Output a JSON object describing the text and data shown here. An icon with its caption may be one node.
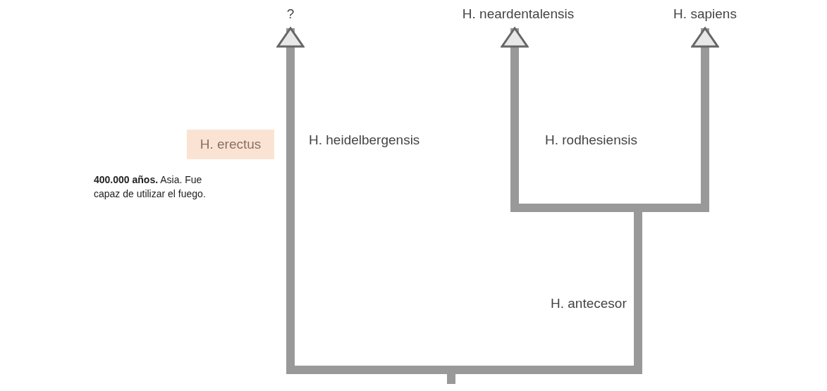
{
  "diagram": {
    "nodes": [
      {
        "text": [
          "?"
        ]
      },
      {
        "text": [
          "H. neardentalensis"
        ]
      },
      {
        "text": [
          "H. sapiens"
        ]
      },
      {
        "text": [
          "H. erectus"
        ]
      }
    ],
    "edges": [
      {
        "from": null,
        "to": 0,
        "arrow": "to"
      },
      {
        "from": null,
        "to": 1,
        "arrow": "to"
      },
      {
        "from": null,
        "to": 2,
        "arrow": "to"
      }
    ],
    "labels": [
      "H. heidelbergensis",
      "H. rodhesiensis",
      "H. antecesor",
      "**400.000 años.** Asia. Fue capaz de utilizar el fuego."
    ]
  }
}
